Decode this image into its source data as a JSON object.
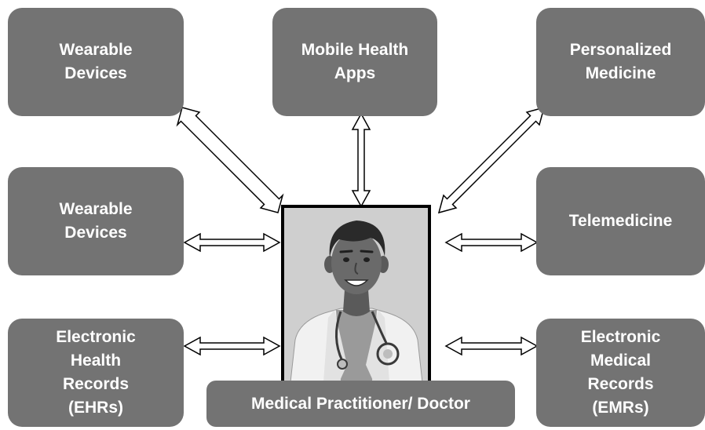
{
  "nodes": {
    "top_left": "Wearable\nDevices",
    "top_center": "Mobile Health\nApps",
    "top_right": "Personalized\nMedicine",
    "middle_left": "Wearable\nDevices",
    "middle_right": "Telemedicine",
    "bottom_left": "Electronic\nHealth\nRecords\n(EHRs)",
    "bottom_right": "Electronic\nMedical\nRecords\n(EMRs)"
  },
  "center": {
    "caption": "Medical Practitioner/ Doctor",
    "image_icon": "doctor-avatar-icon"
  },
  "colors": {
    "node_fill": "#737373",
    "node_text": "#ffffff",
    "frame_border": "#000000",
    "arrow_fill": "#ffffff",
    "arrow_stroke": "#000000"
  }
}
